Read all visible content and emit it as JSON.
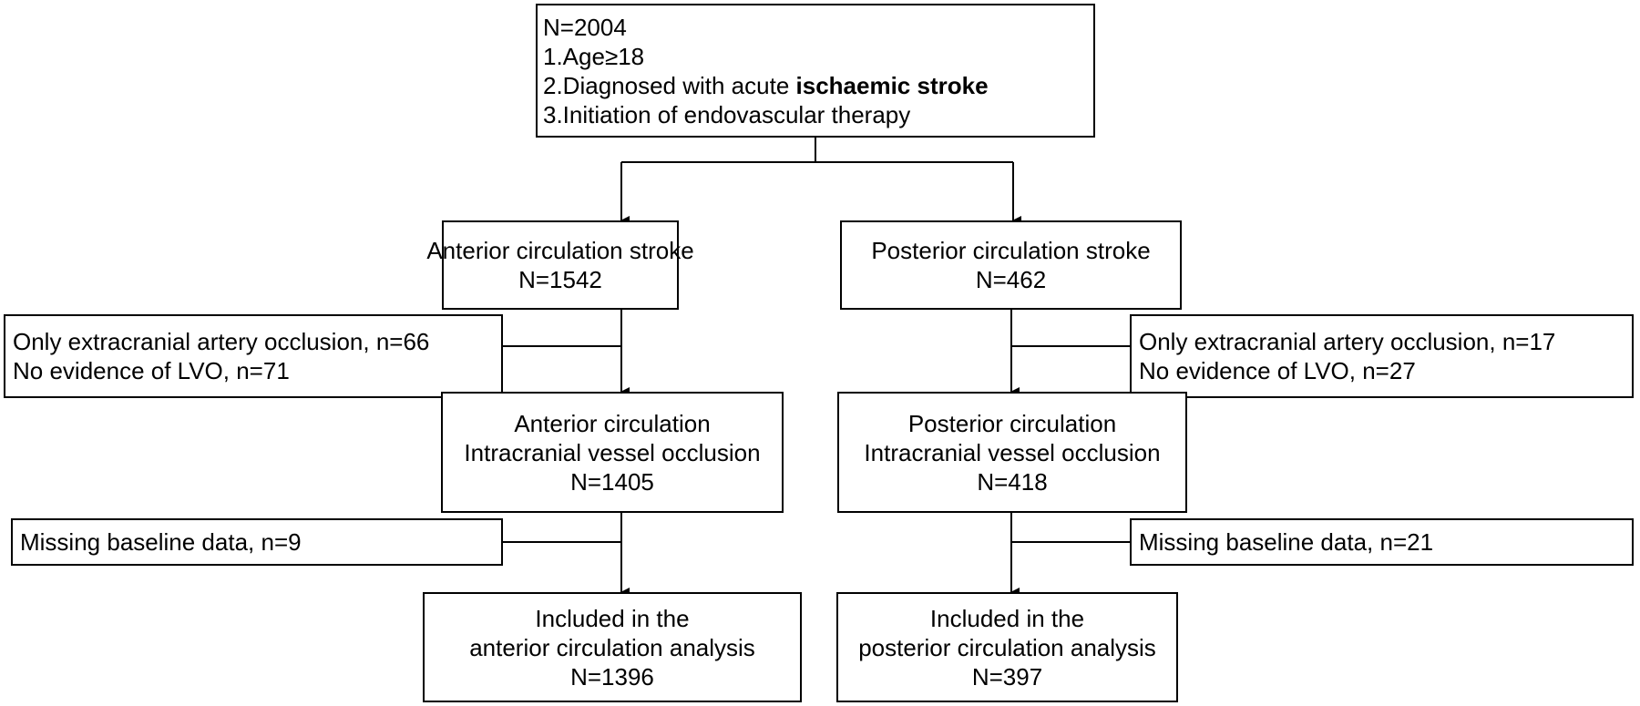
{
  "top": {
    "lines": [
      "N=2004",
      "1.Age≥18",
      "2.Diagnosed with acute ",
      "3.Initiation of endovascular therapy"
    ],
    "line3_bold": "ischaemic stroke"
  },
  "anterior": {
    "stroke_title": "Anterior circulation stroke",
    "stroke_n": "N=1542",
    "exclusion_1": "Only extracranial artery occlusion, n=66",
    "exclusion_2": "No evidence of LVO, n=71",
    "ivo_line1": "Anterior circulation",
    "ivo_line2": "Intracranial vessel occlusion",
    "ivo_n": "N=1405",
    "missing": "Missing baseline data, n=9",
    "final_line1": "Included in the",
    "final_line2": "anterior circulation analysis",
    "final_n": "N=1396"
  },
  "posterior": {
    "stroke_title": "Posterior circulation stroke",
    "stroke_n": "N=462",
    "exclusion_1": "Only extracranial artery occlusion, n=17",
    "exclusion_2": "No evidence of LVO, n=27",
    "ivo_line1": "Posterior circulation",
    "ivo_line2": "Intracranial vessel occlusion",
    "ivo_n": "N=418",
    "missing": "Missing baseline data, n=21",
    "final_line1": "Included in the",
    "final_line2": "posterior circulation analysis",
    "final_n": "N=397"
  }
}
